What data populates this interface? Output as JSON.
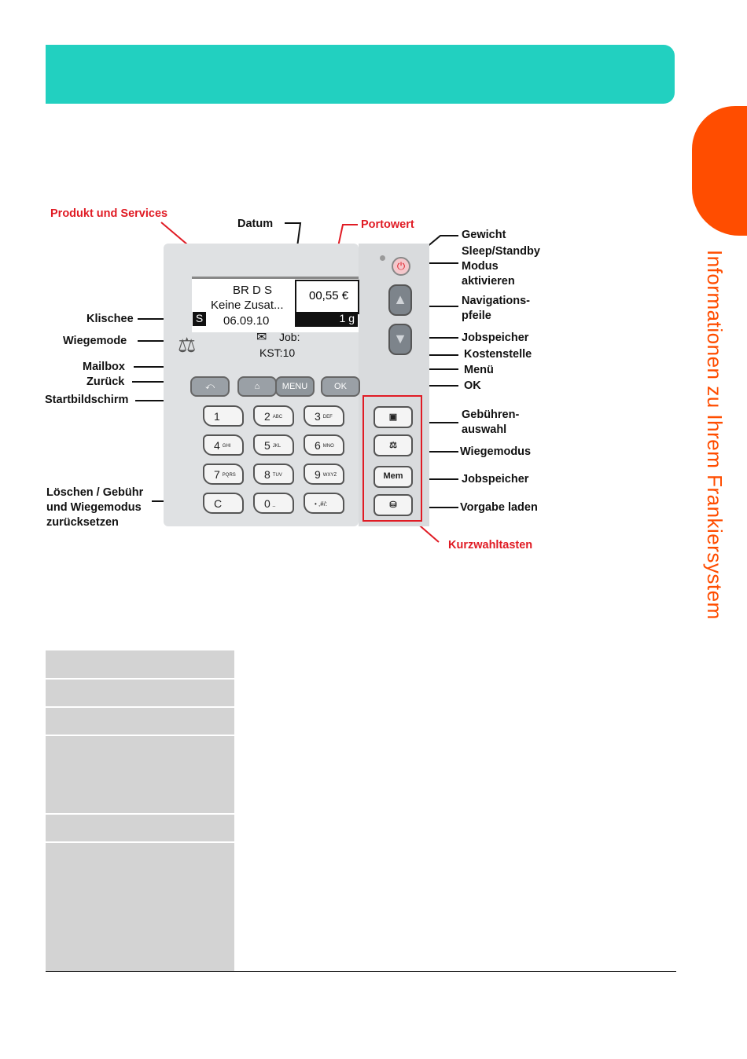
{
  "side_title": "Informationen zu Ihrem Frankiersystem",
  "figure": {
    "labels": {
      "produkt": "Produkt und Services",
      "datum": "Datum",
      "portowert": "Portowert",
      "gewicht": "Gewicht",
      "sleep": "Sleep/Standby\nModus\naktivieren",
      "navigation": "Navigations-\npfeile",
      "klischee": "Klischee",
      "wiegemode": "Wiegemode",
      "jobspeicher_display": "Jobspeicher",
      "kostenstelle": "Kostenstelle",
      "mailbox": "Mailbox",
      "menue": "Menü",
      "zurueck": "Zurück",
      "ok": "OK",
      "startbildschirm": "Startbildschirm",
      "gebuehrenauswahl": "Gebühren-\nauswahl",
      "wiegemodus": "Wiegemodus",
      "jobspeicher_key": "Jobspeicher",
      "loeschen": "Löschen / Gebühr\nund Wiegemodus\nzurücksetzen",
      "vorgabe": "Vorgabe laden",
      "kurzwahl": "Kurzwahltasten"
    },
    "display": {
      "line1": "BR D S",
      "line2": "Keine Zusat...",
      "date": "06.09.10",
      "cliche": "S",
      "postage": "00,55 €",
      "weight": "1 g",
      "job": "Job:",
      "kst": "KST:10"
    },
    "keys": {
      "back": "⤺",
      "home": "⌂",
      "menu": "MENU",
      "ok": "OK",
      "k1": "1",
      "k1s": "",
      "k2": "2",
      "k2s": "ABC",
      "k3": "3",
      "k3s": "DEF",
      "k4": "4",
      "k4s": "GHI",
      "k5": "5",
      "k5s": "JKL",
      "k6": "6",
      "k6s": "MNO",
      "k7": "7",
      "k7s": "PQRS",
      "k8": "8",
      "k8s": "TUV",
      "k9": "9",
      "k9s": "WXYZ",
      "kc": "C",
      "k0": "0",
      "k0s": "_",
      "kp": "• ,#/:",
      "mem": "Mem"
    }
  }
}
